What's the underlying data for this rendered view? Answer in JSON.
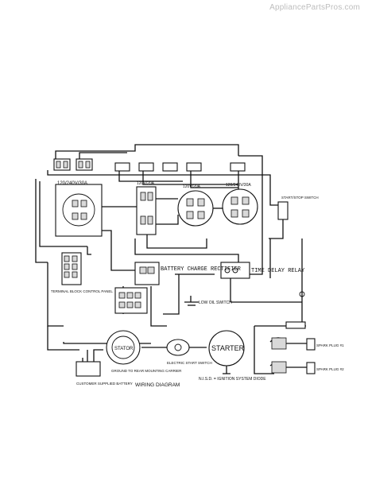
{
  "watermark": "AppliancePartsPros.com",
  "diagram": {
    "title": "WIRING DIAGRAM",
    "footnote": "N.I.S.D. = IGNITION SYSTEM DIODE",
    "components": {
      "battery_charge_rectifier": "BATTERY CHARGE RECTIFIER",
      "time_delay_relay": "TIME DELAY RELAY",
      "starter": "STARTER",
      "stator": "STATOR",
      "terminal_block": "TERMINAL BLOCK CONTROL PANEL",
      "low_oil_switch": "LOW OIL SWITCH",
      "start_stop_switch": "START/STOP SWITCH",
      "electric_start_switch": "ELECTRIC START SWITCH",
      "ground_note": "GROUND TO REAR MOUNTING CARRIER",
      "customer_battery": "CUSTOMER SUPPLIED BATTERY",
      "spark_plug_1": "SPARK PLUG #1",
      "spark_plug_2": "SPARK PLUG #2",
      "recept_left": "120/240V/30A",
      "recept_mid_a": "120V/20A",
      "recept_mid_b": "120V/20A",
      "recept_right": "120/240V/30A"
    }
  }
}
